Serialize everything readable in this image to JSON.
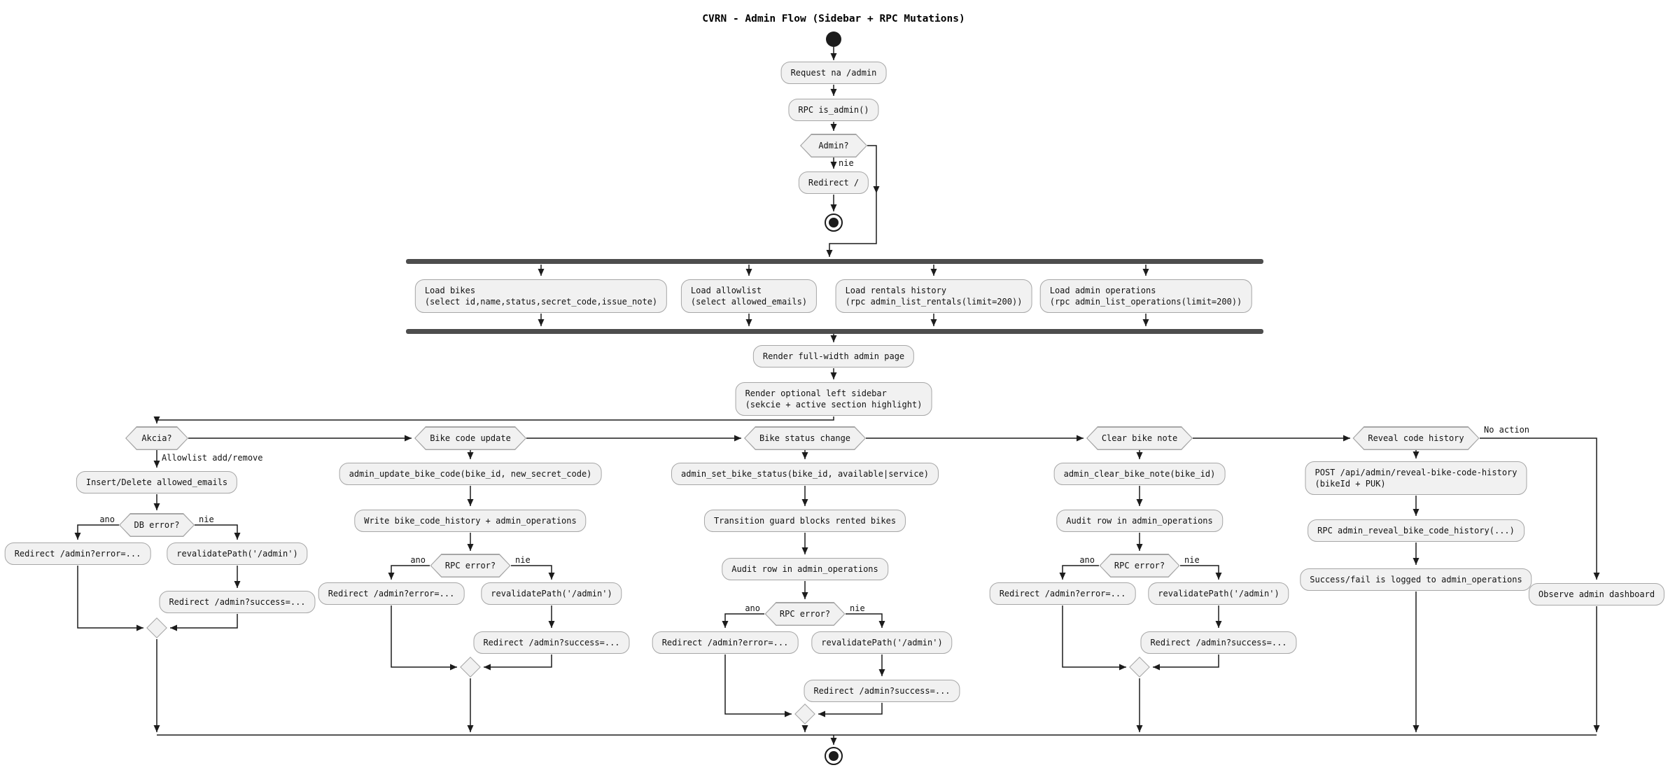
{
  "title": "CVRN - Admin Flow (Sidebar + RPC Mutations)",
  "colors": {
    "node_fill": "#f1f1f1",
    "node_border": "#a6a6a6",
    "line": "#1c1c1c",
    "bar": "#4d4d4d"
  },
  "labels": {
    "yes": "ano",
    "no": "nie",
    "db_error": "DB error?",
    "rpc_error": "RPC error?",
    "redirect_error": "Redirect /admin?error=...",
    "revalidate": "revalidatePath('/admin')",
    "redirect_success": "Redirect /admin?success=...",
    "no_action": "No action",
    "allowlist_edge": "Allowlist add/remove"
  },
  "main": {
    "request": "Request na /admin",
    "rpc_is_admin": "RPC is_admin()",
    "admin_q": "Admin?",
    "redirect_root": "Redirect /",
    "render_full": "Render full-width admin page",
    "render_sidebar_1": "Render optional left sidebar",
    "render_sidebar_2": "(sekcie + active section highlight)"
  },
  "parallel": {
    "bikes_1": "Load bikes",
    "bikes_2": "(select id,name,status,secret_code,issue_note)",
    "allowlist_1": "Load allowlist",
    "allowlist_2": "(select allowed_emails)",
    "rentals_1": "Load rentals history",
    "rentals_2": "(rpc admin_list_rentals(limit=200))",
    "operations_1": "Load admin operations",
    "operations_2": "(rpc admin_list_operations(limit=200))"
  },
  "branches": {
    "akcia_q": "Akcia?",
    "allowlist": {
      "action": "Insert/Delete allowed_emails"
    },
    "bike_code": {
      "label": "Bike code update",
      "action": "admin_update_bike_code(bike_id, new_secret_code)",
      "write": "Write bike_code_history + admin_operations"
    },
    "bike_status": {
      "label": "Bike status change",
      "action": "admin_set_bike_status(bike_id, available|service)",
      "guard": "Transition guard blocks rented bikes",
      "audit": "Audit row in admin_operations"
    },
    "clear_note": {
      "label": "Clear bike note",
      "action": "admin_clear_bike_note(bike_id)",
      "audit": "Audit row in admin_operations"
    },
    "reveal": {
      "label": "Reveal code history",
      "post_1": "POST /api/admin/reveal-bike-code-history",
      "post_2": "(bikeId + PUK)",
      "rpc": "RPC admin_reveal_bike_code_history(...)",
      "logged": "Success/fail is logged to admin_operations"
    },
    "no_action": {
      "observe": "Observe admin dashboard"
    }
  }
}
